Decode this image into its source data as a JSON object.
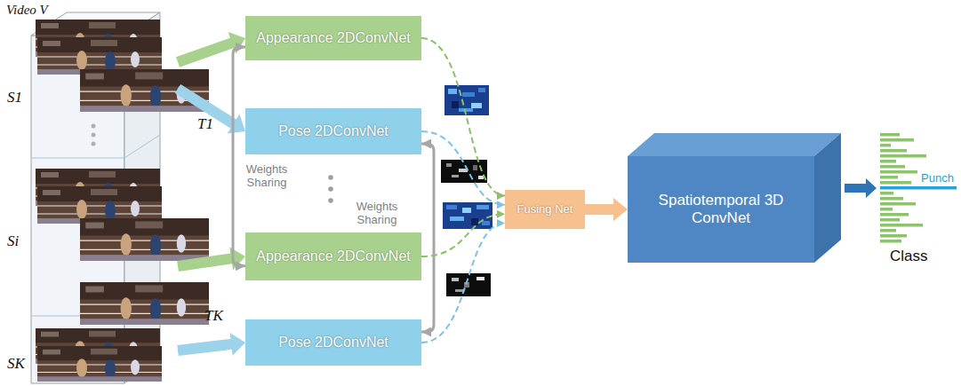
{
  "diagram": {
    "nodes": [
      {
        "text": [
          "Video V"
        ]
      },
      {
        "text": [
          "Appearance 2DConvNet"
        ]
      },
      {
        "text": [
          "Pose 2DConvNet"
        ]
      },
      {
        "text": [
          "Appearance 2DConvNet"
        ]
      },
      {
        "text": [
          "Pose 2DConvNet"
        ]
      },
      {
        "text": [
          "Fusing Net"
        ]
      },
      {
        "text": [
          "Spatiotemporal 3D ConvNet"
        ]
      }
    ],
    "edges": [
      {
        "from": 0,
        "to": 1,
        "arrow": "to"
      },
      {
        "from": 0,
        "to": 2,
        "arrow": "to"
      },
      {
        "from": 0,
        "to": 3,
        "arrow": "to"
      },
      {
        "from": 0,
        "to": 4,
        "arrow": "to"
      },
      {
        "from": 1,
        "to": 3,
        "arrow": "both",
        "label": "Weights Sharing"
      },
      {
        "from": 2,
        "to": 4,
        "arrow": "both",
        "label": "Weights Sharing"
      },
      {
        "from": 1,
        "to": 5,
        "arrow": "to"
      },
      {
        "from": 2,
        "to": 5,
        "arrow": "to"
      },
      {
        "from": 3,
        "to": 5,
        "arrow": "to"
      },
      {
        "from": 4,
        "to": 5,
        "arrow": "to"
      },
      {
        "from": 5,
        "to": 6,
        "arrow": "to"
      }
    ],
    "labels": [
      "S1",
      "Si",
      "SK",
      "T1",
      "TK",
      "Punch",
      "Class"
    ]
  }
}
